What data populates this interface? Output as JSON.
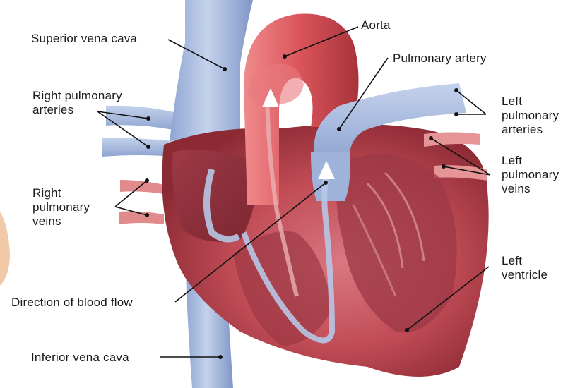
{
  "labels": {
    "superior_vena_cava": "Superior vena cava",
    "aorta": "Aorta",
    "pulmonary_artery": "Pulmonary artery",
    "right_pulmonary_arteries": "Right pulmonary\narteries",
    "left_pulmonary_arteries": "Left\npulmonary\narteries",
    "left_pulmonary_veins": "Left\npulmonary\nveins",
    "right_pulmonary_veins": "Right\npulmonary\nveins",
    "left_ventricle": "Left\nventricle",
    "direction_of_blood_flow": "Direction of blood flow",
    "inferior_vena_cava": "Inferior vena cava"
  },
  "colors": {
    "heart_muscle": "#c9525a",
    "heart_dark": "#8e2a33",
    "vessel_red": "#d5585d",
    "vein_blue": "#a9bbdc",
    "vein_blue_dark": "#7f96c6",
    "leader_line": "#111111"
  }
}
